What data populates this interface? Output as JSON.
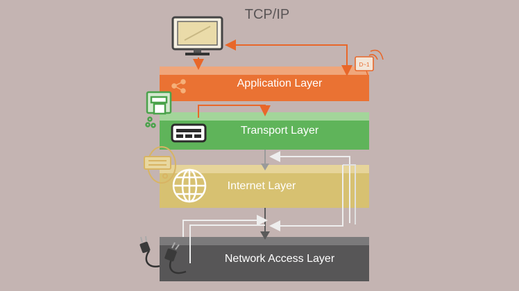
{
  "title": "TCP/IP",
  "layers": [
    {
      "label": "Application Layer",
      "color": "#ea7233"
    },
    {
      "label": "Transport Layer",
      "color": "#5fb45a"
    },
    {
      "label": "Internet Layer",
      "color": "#d7c171"
    },
    {
      "label": "Network Access Layer",
      "color": "#575657"
    }
  ],
  "icons": [
    "monitor-icon",
    "wireless-device-icon",
    "share-icon",
    "printer-icon",
    "terminal-icon",
    "face-icon",
    "globe-icon",
    "plug-icon"
  ],
  "phone_icon_text": "D~1"
}
